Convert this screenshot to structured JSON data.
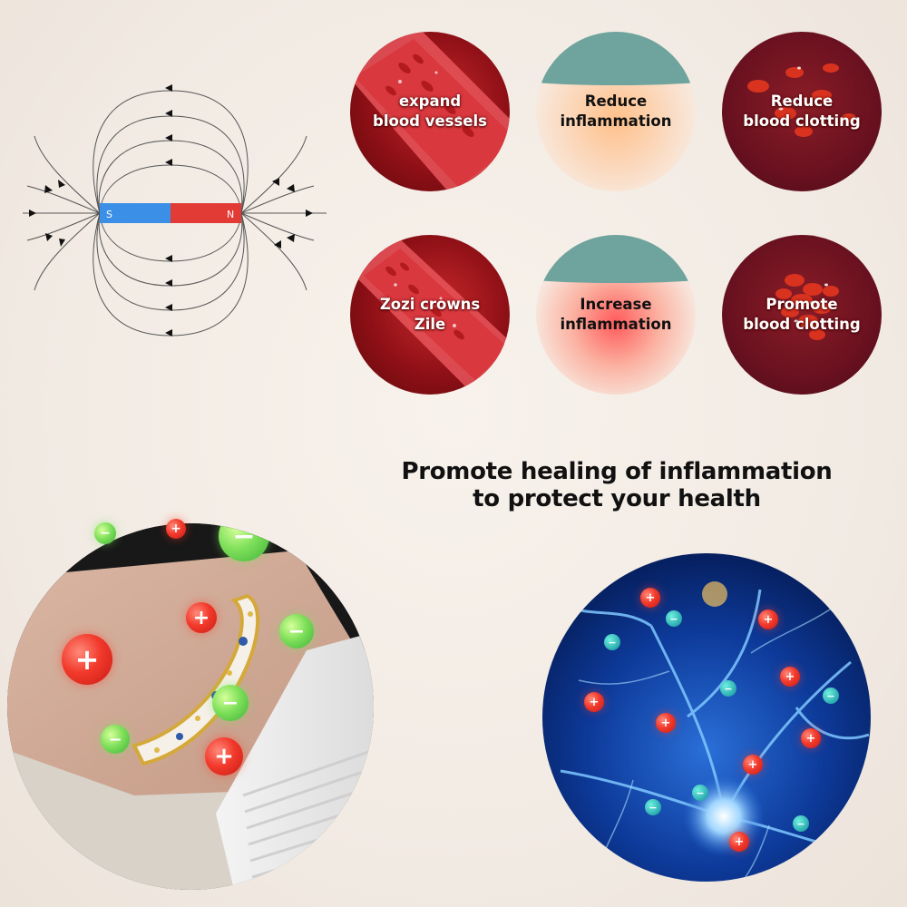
{
  "magnet": {
    "south_label": "S",
    "north_label": "N",
    "south_color": "#3b8fe6",
    "north_color": "#e23b36"
  },
  "effects": [
    {
      "line1": "expand",
      "line2": "blood vessels",
      "theme": "vessel"
    },
    {
      "line1": "Reduce",
      "line2": "inflammation",
      "theme": "skin-calm"
    },
    {
      "line1": "Reduce",
      "line2": "blood clotting",
      "theme": "clot"
    },
    {
      "line1": "Zozi crowns",
      "line2": "Zile",
      "theme": "vessel"
    },
    {
      "line1": "Increase",
      "line2": "inflammation",
      "theme": "skin-inflamed"
    },
    {
      "line1": "Promote",
      "line2": "blood clotting",
      "theme": "clot"
    }
  ],
  "headline": {
    "line1": "Promote healing of inflammation",
    "line2": "to protect your health"
  },
  "ion_symbols": {
    "positive": "+",
    "negative": "−"
  },
  "colors": {
    "positive_ion": "#f23a2c",
    "negative_ion": "#6fd84e",
    "neuron_bg": "#0a2a7a"
  }
}
